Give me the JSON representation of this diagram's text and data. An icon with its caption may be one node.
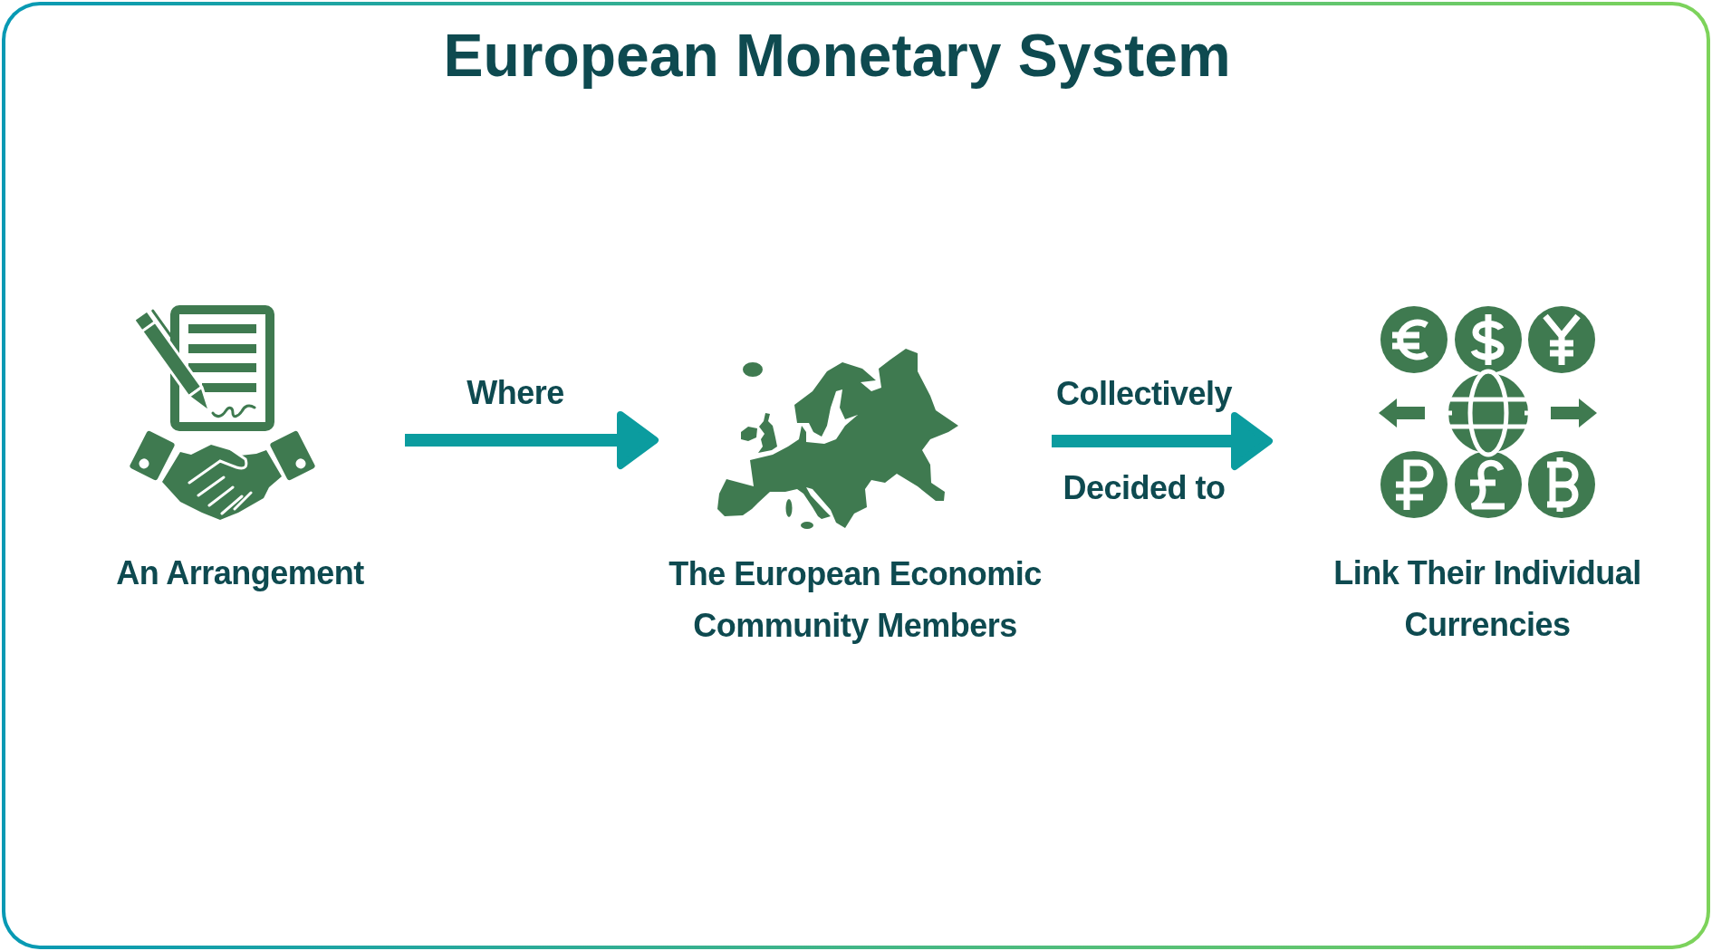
{
  "diagram": {
    "title": "European Monetary System",
    "nodes": [
      {
        "text": [
          "An Arrangement"
        ]
      },
      {
        "text": [
          "The European Economic Community Members"
        ]
      },
      {
        "text": [
          "Link Their Individual Currencies"
        ]
      }
    ],
    "edges": [
      {
        "from": 0,
        "to": 1,
        "arrow": "to",
        "label": "Where"
      },
      {
        "from": 1,
        "to": 2,
        "arrow": "to",
        "label": "Collectively Decided to"
      }
    ]
  }
}
